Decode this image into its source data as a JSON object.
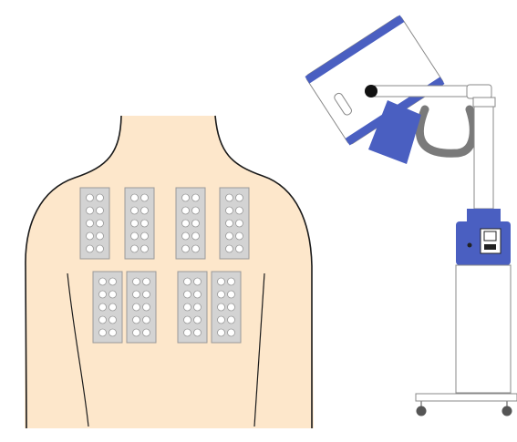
{
  "colors": {
    "background": "#ffffff",
    "skin": "#fde7cb",
    "outline": "#1a1a1a",
    "patch_fill": "#d3d3d3",
    "patch_border": "#9a9a9a",
    "chamber_fill": "#ffffff",
    "device_body": "#ffffff",
    "device_accent": "#4a5fc1",
    "device_line": "#888888",
    "cable": "#7a7a7a",
    "wheel": "#555555"
  },
  "patches": {
    "upper_row_count": 4,
    "lower_row_count": 4,
    "chambers_per_patch": 10,
    "chamber_columns": 2,
    "chamber_rows": 5
  },
  "icons": [
    "patch-test-panel",
    "uv-lamp-icon",
    "caster-wheel-icon",
    "control-screen-icon"
  ]
}
